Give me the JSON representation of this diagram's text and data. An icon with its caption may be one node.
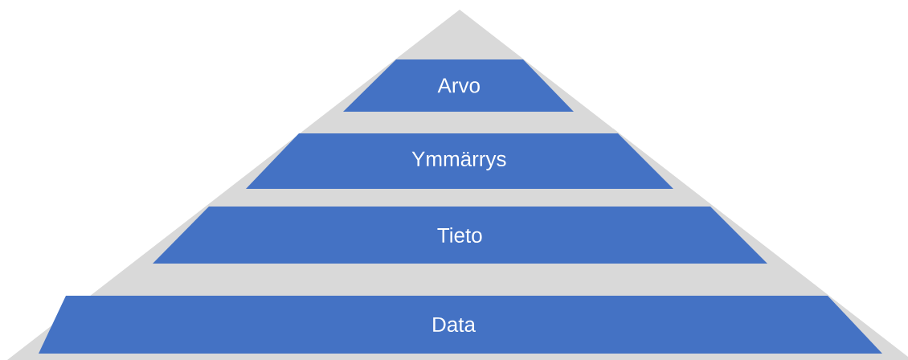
{
  "diagram": {
    "nodes": [
      {
        "text": [],
        "shape": "triangle"
      },
      {
        "text": [
          "Arvo"
        ],
        "in": 0
      },
      {
        "text": [
          "Ymmärrys"
        ],
        "in": 0
      },
      {
        "text": [
          "Tieto"
        ],
        "in": 0
      },
      {
        "text": [
          "Data"
        ],
        "in": 0
      }
    ]
  }
}
